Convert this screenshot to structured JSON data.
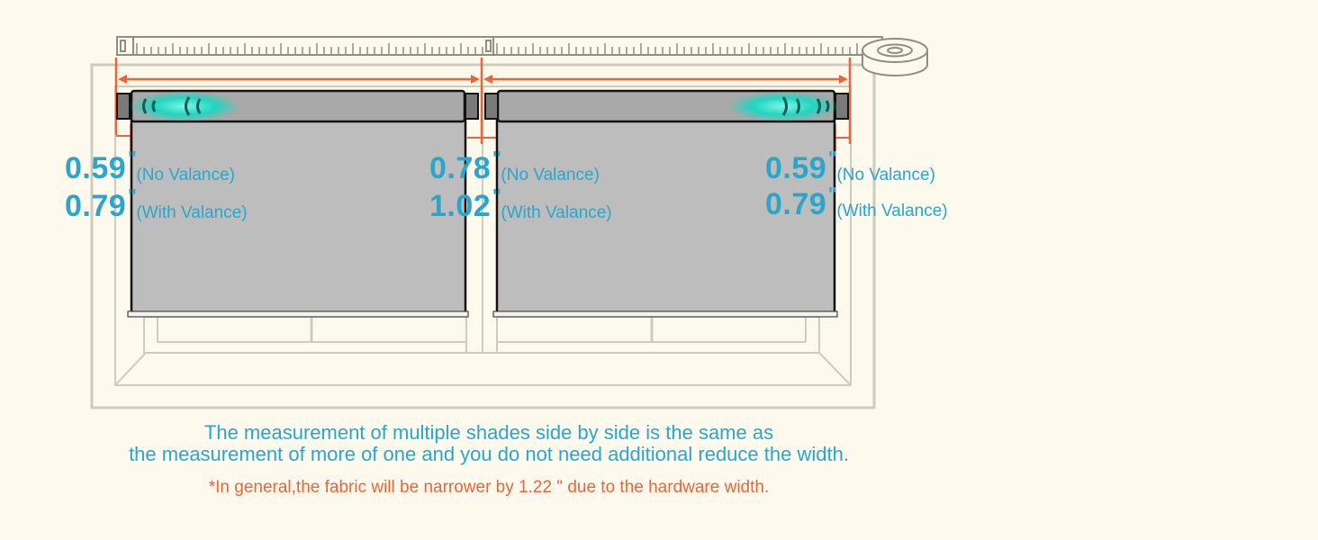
{
  "measurements": {
    "left": {
      "no_valance": "0.59",
      "with_valance": "0.79"
    },
    "middle": {
      "no_valance": "0.78",
      "with_valance": "1.02"
    },
    "right": {
      "no_valance": "0.59",
      "with_valance": "0.79"
    },
    "inch_mark": "\"",
    "no_valance_label": "(No Valance)",
    "with_valance_label": "(With Valance)"
  },
  "caption": {
    "line1": "The measurement of multiple shades side by side is the same as",
    "line2": "the measurement of more of one and you do not need additional reduce the width."
  },
  "note": "*In general,the fabric will be narrower by 1.22 \" due to the hardware width.",
  "colors": {
    "background": "#fdf9ec",
    "measurement_text": "#2aa6cc",
    "note_text": "#e8663a",
    "dimension_line": "#e8663a",
    "shade_fabric": "#bdbdbd",
    "frame": "#cfcbc1",
    "tape_measure": "#8e8e86",
    "motor_glow": "#1fd6c0"
  },
  "icons": [
    "tape-measure-icon",
    "motor-icon"
  ]
}
